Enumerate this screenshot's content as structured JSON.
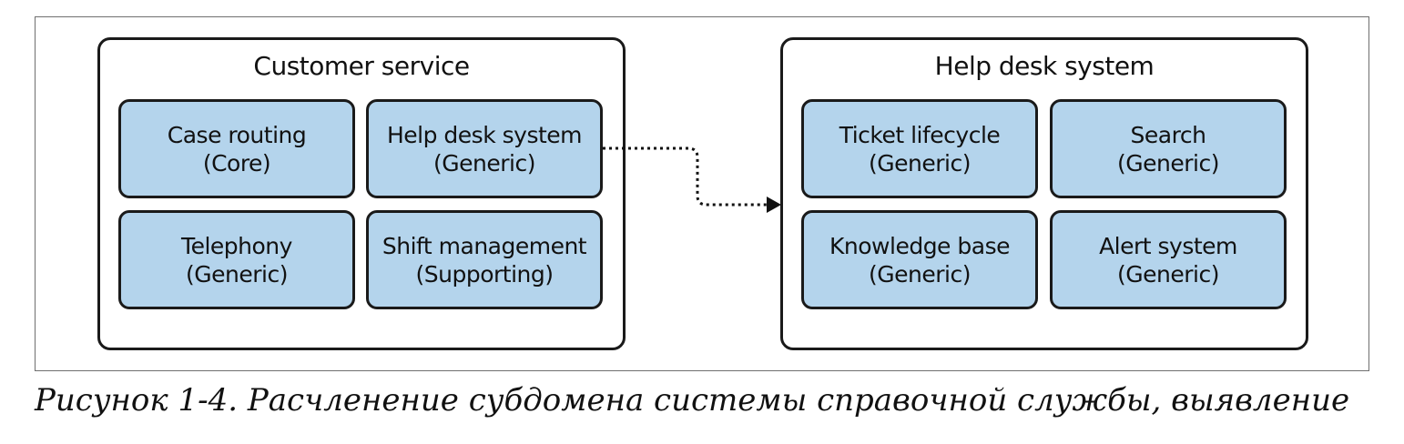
{
  "diagram": {
    "left_group": {
      "title": "Customer service",
      "subdomains": [
        {
          "name": "Case routing",
          "type": "(Core)"
        },
        {
          "name": "Help desk system",
          "type": "(Generic)"
        },
        {
          "name": "Telephony",
          "type": "(Generic)"
        },
        {
          "name": "Shift management",
          "type": "(Supporting)"
        }
      ]
    },
    "right_group": {
      "title": "Help desk system",
      "subdomains": [
        {
          "name": "Ticket lifecycle",
          "type": "(Generic)"
        },
        {
          "name": "Search",
          "type": "(Generic)"
        },
        {
          "name": "Knowledge base",
          "type": "(Generic)"
        },
        {
          "name": "Alert system",
          "type": "(Generic)"
        }
      ]
    },
    "colors": {
      "subdomain_fill": "#b4d4ec",
      "border": "#1a1a1a"
    }
  },
  "caption": {
    "text": "Рисунок 1-4. Расчленение субдомена системы справочной службы, выявление"
  }
}
